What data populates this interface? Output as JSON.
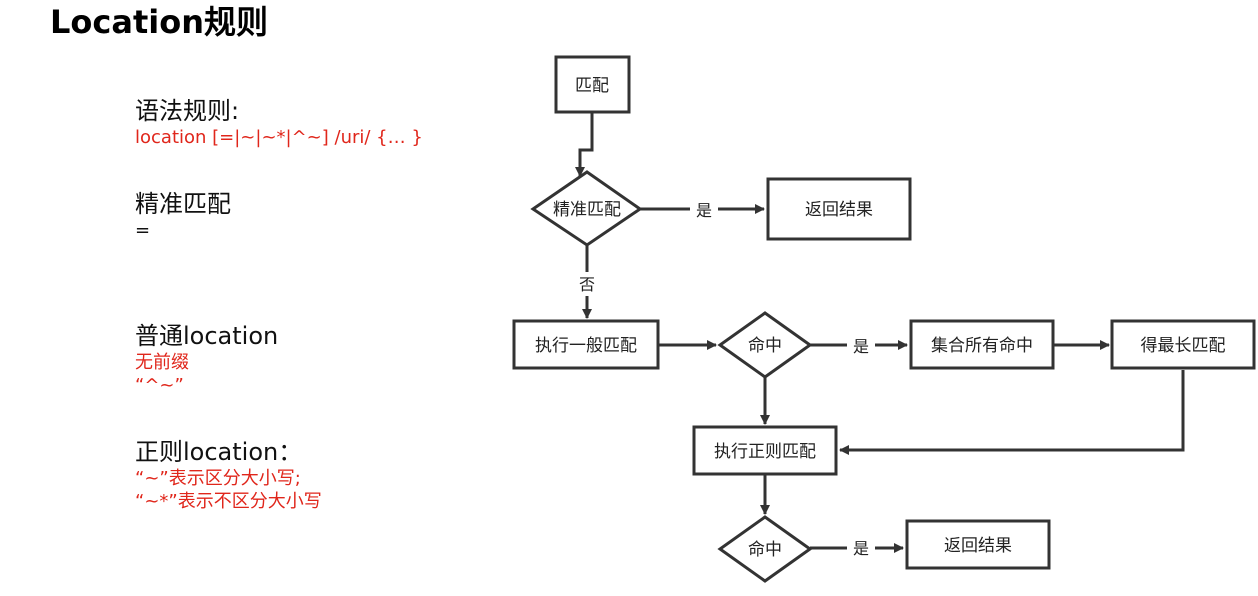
{
  "title": "Location规则",
  "sections": {
    "syntax": {
      "heading": "语法规则:",
      "line1": "location [=|~|~*|^~] /uri/ {… }"
    },
    "exact": {
      "heading": "精准匹配",
      "line1": "="
    },
    "normal": {
      "heading": "普通location",
      "line1": "无前缀",
      "line2": "“^~”"
    },
    "regex": {
      "heading": "正则location：",
      "line1": "“~”表示区分大小写;",
      "line2": "“~*”表示不区分大小写"
    }
  },
  "flowchart": {
    "nodes": {
      "match": "匹配",
      "exact_match": "精准匹配",
      "return_result_1": "返回结果",
      "general_match": "执行一般匹配",
      "hit_1": "命中",
      "collect_hits": "集合所有命中",
      "longest_match": "得最长匹配",
      "regex_match": "执行正则匹配",
      "hit_2": "命中",
      "return_result_2": "返回结果"
    },
    "edges": {
      "yes_1": "是",
      "no_1": "否",
      "yes_2": "是",
      "yes_3": "是"
    },
    "colors": {
      "stroke": "#333333",
      "fill": "#ffffff"
    }
  }
}
